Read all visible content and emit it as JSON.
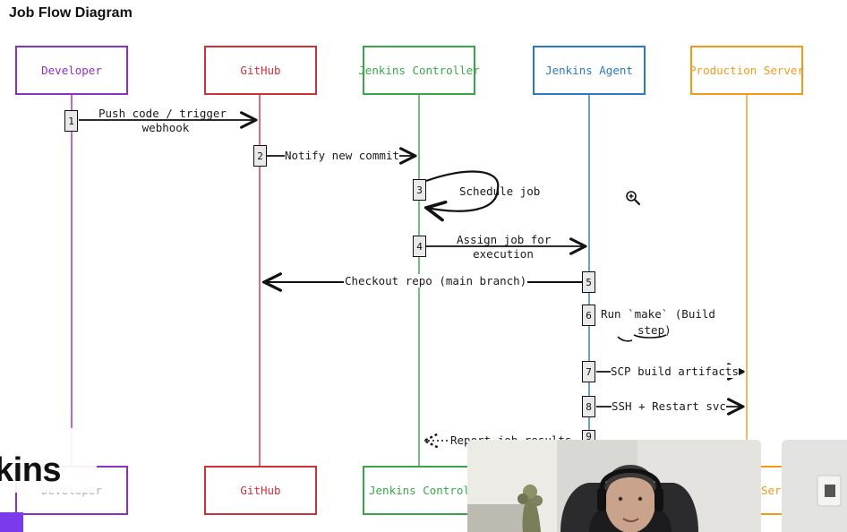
{
  "page": {
    "title": "Job Flow Diagram"
  },
  "diagram": {
    "actors": [
      {
        "id": "developer",
        "label": "Developer",
        "color": "#8e2ec2"
      },
      {
        "id": "github",
        "label": "GitHub",
        "color": "#d0303a"
      },
      {
        "id": "controller",
        "label": "Jenkins Controller",
        "color": "#3aa64a"
      },
      {
        "id": "agent",
        "label": "Jenkins Agent",
        "color": "#2a78c8"
      },
      {
        "id": "prod",
        "label": "Production Server",
        "color": "#f29a18"
      }
    ],
    "bottom_actors": [
      {
        "id": "developer",
        "label": "Developer"
      },
      {
        "id": "github",
        "label": "GitHub"
      },
      {
        "id": "controller",
        "label": "Jenkins Controller"
      },
      {
        "id": "prod",
        "label": "Ser"
      }
    ],
    "steps": [
      {
        "num": "1",
        "label": "Push code / trigger webhook"
      },
      {
        "num": "2",
        "label": "Notify new commit"
      },
      {
        "num": "3",
        "label": "Schedule job"
      },
      {
        "num": "4",
        "label": "Assign job for execution"
      },
      {
        "num": "5",
        "label": "Checkout repo (main branch)"
      },
      {
        "num": "6",
        "label": "Run `make` (Build step)"
      },
      {
        "num": "7",
        "label": "SCP build artifacts"
      },
      {
        "num": "8",
        "label": "SSH + Restart svc"
      },
      {
        "num": "9",
        "label": "Report job results"
      }
    ],
    "visible": {
      "step1_line1": "Push code / trigger",
      "step1_line2": "webhook",
      "step2": "Notify new commit",
      "step3": "Schedule job",
      "step4_line1": "Assign job for",
      "step4_line2": "execution",
      "step5": "Checkout repo (main branch)",
      "step6_line1": "Run `make` (Build",
      "step6_line2": "step)",
      "step7": "SCP build artifacts",
      "step8": "SSH + Restart svc",
      "step9": "Report job results"
    }
  },
  "overlay": {
    "partial_title": "kins"
  },
  "icons": {
    "zoom": "zoom-in-icon"
  }
}
